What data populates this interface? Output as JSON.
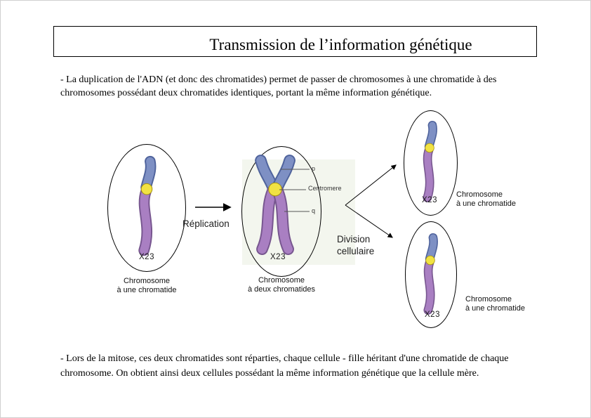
{
  "page": {
    "title": "Transmission de l’information génétique",
    "paragraph_top": "- La duplication de l'ADN (et donc des chromatides) permet de passer de chromosomes à une chromatide à des chromosomes possédant deux chromatides identiques, portant la même information génétique.",
    "paragraph_bottom": "- Lors de la mitose, ces deux chromatides sont réparties, chaque cellule - fille héritant d'une chromatide de chaque chromosome. On obtient ainsi deux cellules possédant la même information génétique que la cellule mère."
  },
  "diagram": {
    "replication_label": "Réplication",
    "division_label": "Division\ncellulaire",
    "left_cell": {
      "karyotype": "X23",
      "caption": "Chromosome\nà une chromatide"
    },
    "middle_cell": {
      "karyotype": "X23",
      "caption": "Chromosome\nà deux chromatides",
      "annotation_p": "p",
      "annotation_centromere": "Centromere",
      "annotation_q": "q"
    },
    "top_right_cell": {
      "karyotype": "X23",
      "caption": "Chromosome\nà une chromatide"
    },
    "bottom_right_cell": {
      "karyotype": "X23",
      "caption": "Chromosome\nà une chromatide"
    }
  },
  "colors": {
    "chromatid_blue": "#7e90c4",
    "chromatid_purple": "#a97fc2",
    "centromere_yellow": "#f1e243"
  }
}
